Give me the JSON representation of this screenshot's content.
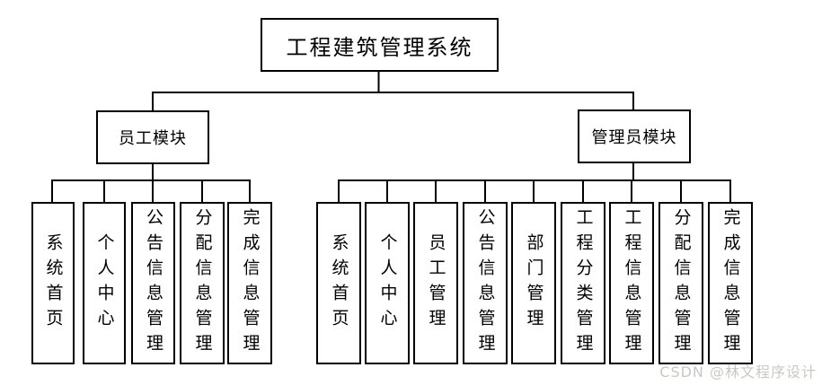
{
  "diagram": {
    "root": {
      "label": "工程建筑管理系统"
    },
    "modules": [
      {
        "label": "员工模块",
        "children": [
          "系统首页",
          "个人中心",
          "公告信息管理",
          "分配信息管理",
          "完成信息管理"
        ]
      },
      {
        "label": "管理员模块",
        "children": [
          "系统首页",
          "个人中心",
          "员工管理",
          "公告信息管理",
          "部门管理",
          "工程分类管理",
          "工程信息管理",
          "分配信息管理",
          "完成信息管理"
        ]
      }
    ]
  },
  "watermark": "CSDN @林文程序设计",
  "colors": {
    "line": "#000000",
    "box_border": "#000000",
    "box_bg": "#ffffff",
    "text": "#000000",
    "watermark": "#c8c8c5"
  }
}
